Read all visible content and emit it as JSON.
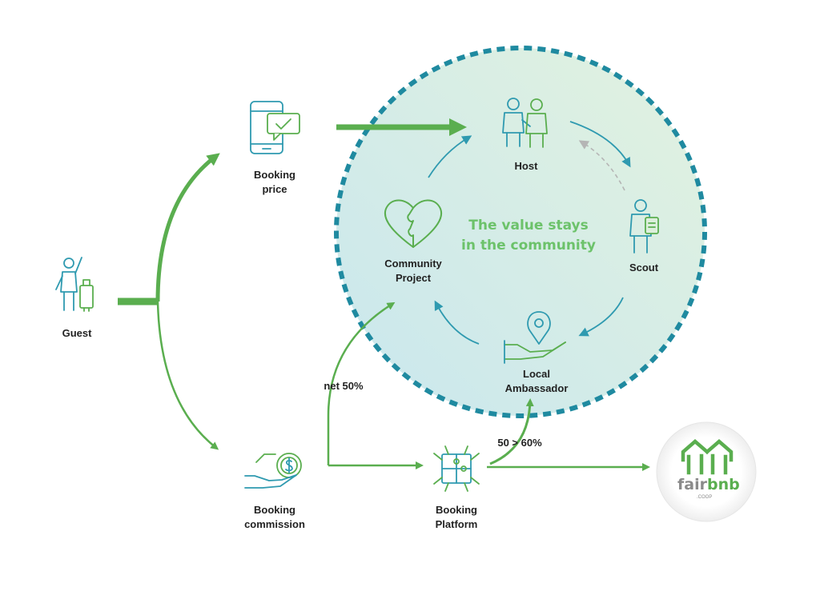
{
  "colors": {
    "green": "#5aae4f",
    "teal": "#2f9ab0",
    "teal_dark": "#1f8aa0",
    "gray_arrow": "#b5b5b5",
    "circle_fill_a": "#cde9ee",
    "circle_fill_b": "#dcefdc",
    "center_text": "#6cc26a",
    "label": "#222222",
    "logo_gray": "#8a8a8a"
  },
  "center": {
    "line1": "The value stays",
    "line2": "in the community"
  },
  "nodes": {
    "guest": {
      "label": "Guest",
      "icon": "guest-luggage-icon"
    },
    "booking_price": {
      "label_line1": "Booking",
      "label_line2": "price",
      "icon": "phone-check-icon"
    },
    "booking_commission": {
      "label_line1": "Booking",
      "label_line2": "commission",
      "icon": "hand-coin-icon"
    },
    "booking_platform": {
      "label_line1": "Booking",
      "label_line2": "Platform",
      "icon": "puzzle-network-icon"
    },
    "host": {
      "label": "Host",
      "icon": "hosts-people-icon"
    },
    "scout": {
      "label": "Scout",
      "icon": "scout-clipboard-icon"
    },
    "local_ambassador": {
      "label_line1": "Local",
      "label_line2": "Ambassador",
      "icon": "hand-pin-icon"
    },
    "community_project": {
      "label_line1": "Community",
      "label_line2": "Project",
      "icon": "puzzle-heart-icon"
    }
  },
  "flows": {
    "net_label": "net 50%",
    "local_label": "50 > 60%"
  },
  "logo": {
    "word_a": "fair",
    "word_b": "bnb",
    "sub": ".COOP",
    "icon": "fairbnb-houses-icon"
  }
}
